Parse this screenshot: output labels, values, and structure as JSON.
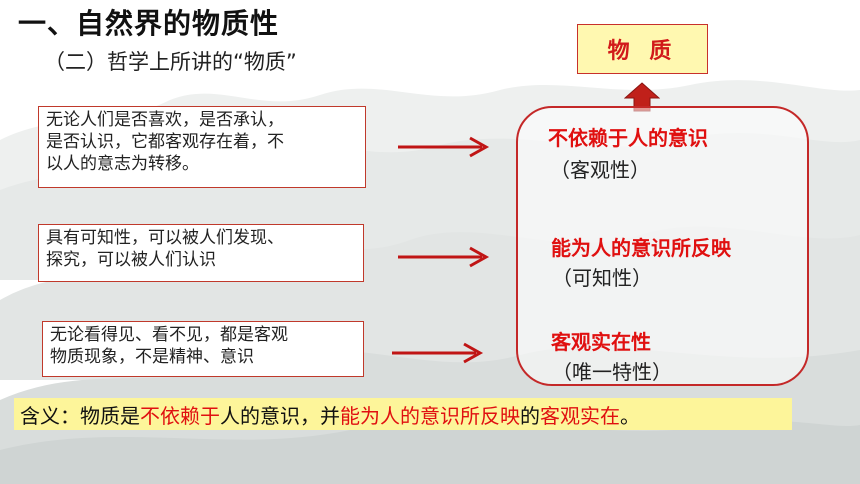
{
  "heading": {
    "title": "一、自然界的物质性",
    "subtitle": "（二）哲学上所讲的“物质”"
  },
  "descriptions": [
    {
      "line1": "无论人们是否喜欢，是否承认，",
      "line2": "是否认识，它都客观存在着，不",
      "line3": "以人的意志为转移。"
    },
    {
      "line1": "具有可知性，可以被人们发现、",
      "line2": "探究，可以被人们认识"
    },
    {
      "line1": "无论看得见、看不见，都是客观",
      "line2": "物质现象，不是精神、意识"
    }
  ],
  "matter": {
    "label": "物 质"
  },
  "properties": [
    {
      "name": "不依赖于人的意识",
      "note": "（客观性）"
    },
    {
      "name": "能为人的意识所反映",
      "note": "（可知性）"
    },
    {
      "name": "客观实在性",
      "note": "（唯一特性）"
    }
  ],
  "meaning": {
    "prefix": "含义：物质是",
    "part1": "不依赖于",
    "mid1": "人的意识，并",
    "part2": "能为人的意识所反映",
    "mid2": "的",
    "part3": "客观实在",
    "end": "。"
  },
  "colors": {
    "accent_red": "#e01010",
    "highlight_yellow": "#fdf59a",
    "matter_fill": "#fff8b0"
  }
}
